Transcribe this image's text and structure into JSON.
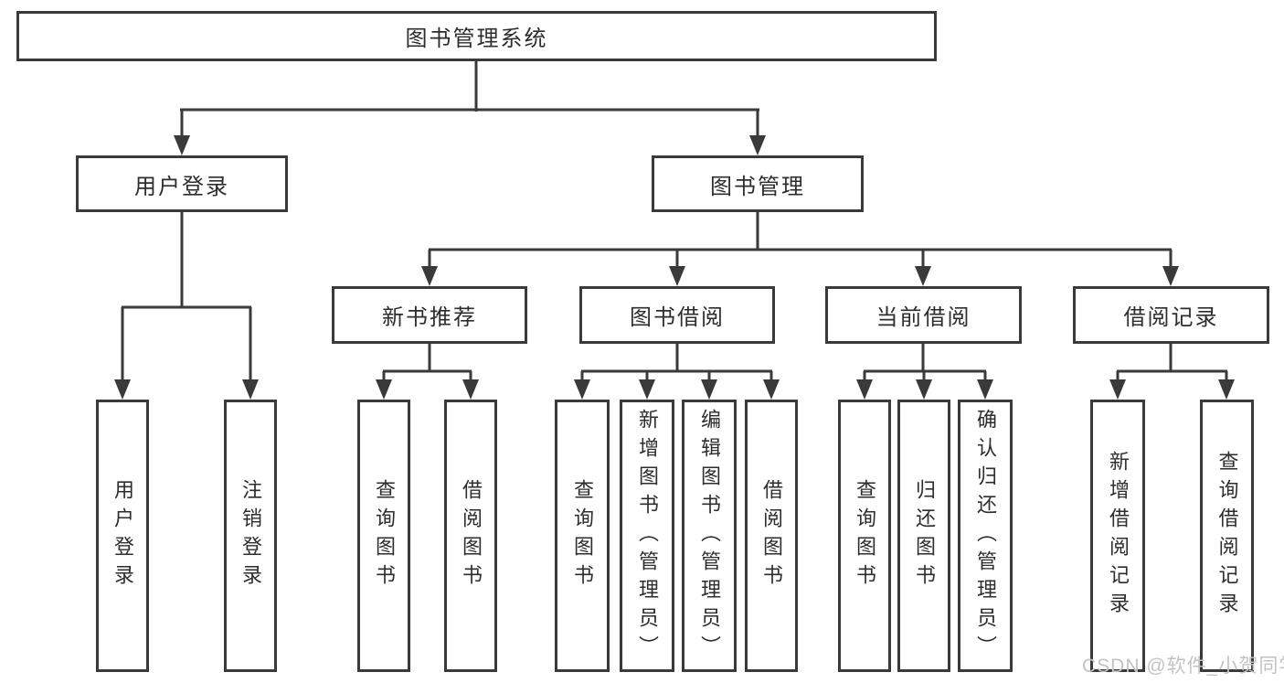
{
  "root": {
    "label": "图书管理系统"
  },
  "level2": {
    "user_login": {
      "label": "用户登录"
    },
    "book_management": {
      "label": "图书管理"
    }
  },
  "level3": {
    "new_book_recommend": {
      "label": "新书推荐"
    },
    "book_borrowing": {
      "label": "图书借阅"
    },
    "current_borrowing": {
      "label": "当前借阅"
    },
    "borrowing_records": {
      "label": "借阅记录"
    }
  },
  "leaves": {
    "user_login": {
      "label": "用户登录"
    },
    "logout": {
      "label": "注销登录"
    },
    "recommend_query_books": {
      "label": "查询图书"
    },
    "recommend_borrow_books": {
      "label": "借阅图书"
    },
    "borrowing_query_books": {
      "label": "查询图书"
    },
    "borrowing_add_books_admin": {
      "label": "新增图书（管理员）"
    },
    "borrowing_edit_books_admin": {
      "label": "编辑图书（管理员）"
    },
    "borrowing_borrow_books": {
      "label": "借阅图书"
    },
    "current_query_books": {
      "label": "查询图书"
    },
    "current_return_books": {
      "label": "归还图书"
    },
    "current_confirm_return_admin": {
      "label": "确认归还（管理员）"
    },
    "records_add_record": {
      "label": "新增借阅记录"
    },
    "records_query_record": {
      "label": "查询借阅记录"
    }
  },
  "watermark": {
    "text": "CSDN @软件_小贺同学"
  },
  "colors": {
    "line": "#3a3a3a",
    "text": "#2d2d2d",
    "watermark": "#c3c3c3",
    "background": "#ffffff"
  }
}
